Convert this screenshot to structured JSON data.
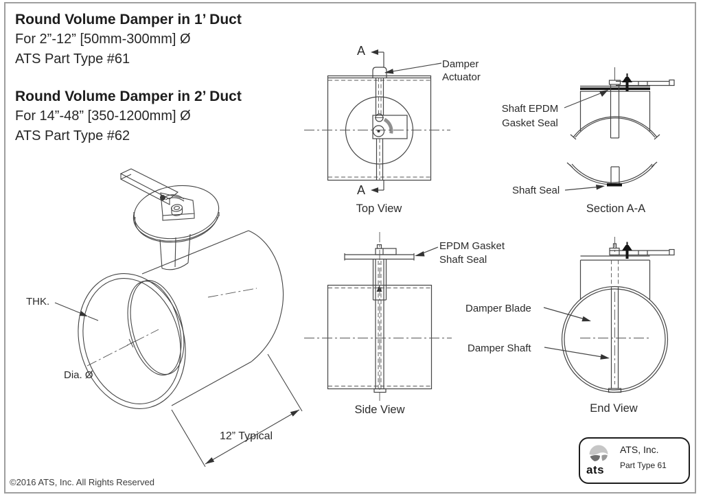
{
  "colors": {
    "line": "#444444",
    "centerline": "#555555",
    "text": "#2b2b2b",
    "frame_border": "#9e9e9e",
    "gasket_black": "#141414",
    "handle_arc_gray": "#8f8f8f",
    "logo_light": "#c6c6c6",
    "logo_dark": "#6e6e6e",
    "logo_mid": "#9a9a9a"
  },
  "header": {
    "products": [
      {
        "title": "Round Volume Damper in 1’ Duct",
        "size_range": "For 2”-12” [50mm-300mm] Ø",
        "part_type": "ATS Part Type #61"
      },
      {
        "title": "Round Volume Damper in 2’ Duct",
        "size_range": "For 14”-48” [350-1200mm] Ø",
        "part_type": "ATS Part Type #62"
      }
    ]
  },
  "views": {
    "isometric": {
      "labels": {
        "thickness": "THK.",
        "diameter": "Dia. Ø",
        "length": "12” Typical"
      }
    },
    "top_view": {
      "caption": "Top View",
      "section_marker": "A",
      "labels": {
        "actuator": "Damper Actuator"
      }
    },
    "section_aa": {
      "caption": "Section A-A",
      "labels": {
        "gasket": "Shaft EPDM Gasket Seal",
        "seal": "Shaft Seal"
      }
    },
    "side_view": {
      "caption": "Side View",
      "labels": {
        "gasket": "EPDM Gasket Shaft Seal"
      }
    },
    "end_view": {
      "caption": "End View",
      "labels": {
        "blade": "Damper Blade",
        "shaft": "Damper Shaft"
      }
    }
  },
  "title_block": {
    "company": "ATS, Inc.",
    "part_type": "Part Type 61",
    "logo_text": "ats"
  },
  "footer": {
    "copyright": "©2016 ATS, Inc. All Rights Reserved"
  }
}
